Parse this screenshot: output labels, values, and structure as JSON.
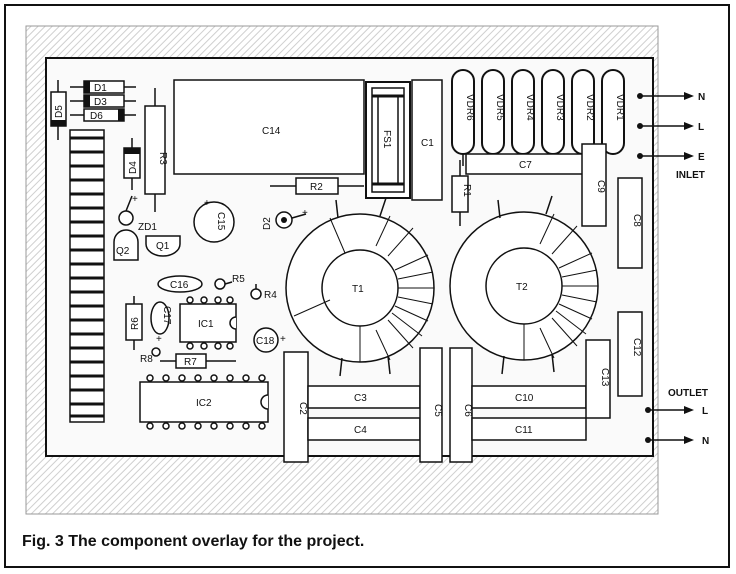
{
  "caption": "Fig. 3 The component overlay for the project.",
  "terminals": {
    "inlet_n": "N",
    "inlet_l": "L",
    "inlet_e": "E",
    "inlet_label": "INLET",
    "outlet_label": "OUTLET",
    "outlet_l": "L",
    "outlet_n": "N"
  },
  "components": {
    "d1": "D1",
    "d3": "D3",
    "d6": "D6",
    "d5": "D5",
    "d4": "D4",
    "d2": "D2",
    "r1": "R1",
    "r2": "R2",
    "r3": "R3",
    "r4": "R4",
    "r5": "R5",
    "r6": "R6",
    "r7": "R7",
    "r8": "R8",
    "zd1": "ZD1",
    "q1": "Q1",
    "q2": "Q2",
    "c1": "C1",
    "c2": "C2",
    "c3": "C3",
    "c4": "C4",
    "c5": "C5",
    "c6": "C6",
    "c7": "C7",
    "c8": "C8",
    "c9": "C9",
    "c10": "C10",
    "c11": "C11",
    "c12": "C12",
    "c13": "C13",
    "c14": "C14",
    "c15": "C15",
    "c16": "C16",
    "c17": "C17",
    "c18": "C18",
    "fs1": "FS1",
    "t1": "T1",
    "t2": "T2",
    "ic1": "IC1",
    "ic2": "IC2",
    "vdr1": "VDR1",
    "vdr2": "VDR2",
    "vdr3": "VDR3",
    "vdr4": "VDR4",
    "vdr5": "VDR5",
    "vdr6": "VDR6",
    "plus": "+"
  }
}
